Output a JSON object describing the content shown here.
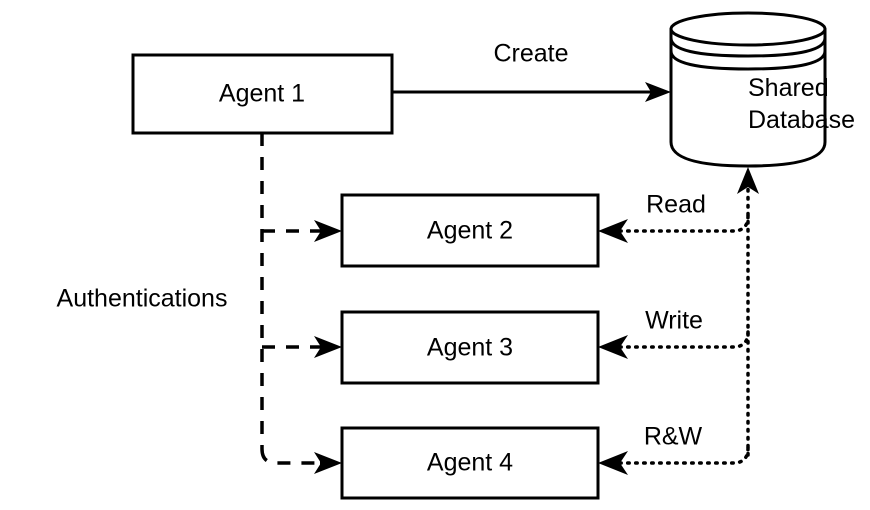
{
  "diagram": {
    "title": "Multi-agent shared database access diagram",
    "background_color": "#ffffff",
    "stroke_color": "#000000",
    "nodes": {
      "agent1": {
        "label": "Agent 1",
        "shape": "rectangle"
      },
      "agent2": {
        "label": "Agent 2",
        "shape": "rectangle"
      },
      "agent3": {
        "label": "Agent 3",
        "shape": "rectangle"
      },
      "agent4": {
        "label": "Agent 4",
        "shape": "rectangle"
      },
      "database": {
        "label_line1": "Shared",
        "label_line2": "Database",
        "shape": "cylinder"
      }
    },
    "edges": {
      "create": {
        "label": "Create",
        "from": "agent1",
        "to": "database",
        "style": "solid",
        "arrow": "to-database"
      },
      "authentications": {
        "label": "Authentications",
        "from": "agent1",
        "to": "agent2, agent3, agent4",
        "style": "dashed",
        "arrow": "to-agents"
      },
      "read": {
        "label": "Read",
        "from": "agent2",
        "to": "database",
        "style": "dotted",
        "arrow": "bidirectional-trunk"
      },
      "write": {
        "label": "Write",
        "from": "agent3",
        "to": "database",
        "style": "dotted",
        "arrow": "bidirectional-trunk"
      },
      "rw": {
        "label": "R&W",
        "from": "agent4",
        "to": "database",
        "style": "dotted",
        "arrow": "bidirectional-trunk"
      }
    }
  }
}
